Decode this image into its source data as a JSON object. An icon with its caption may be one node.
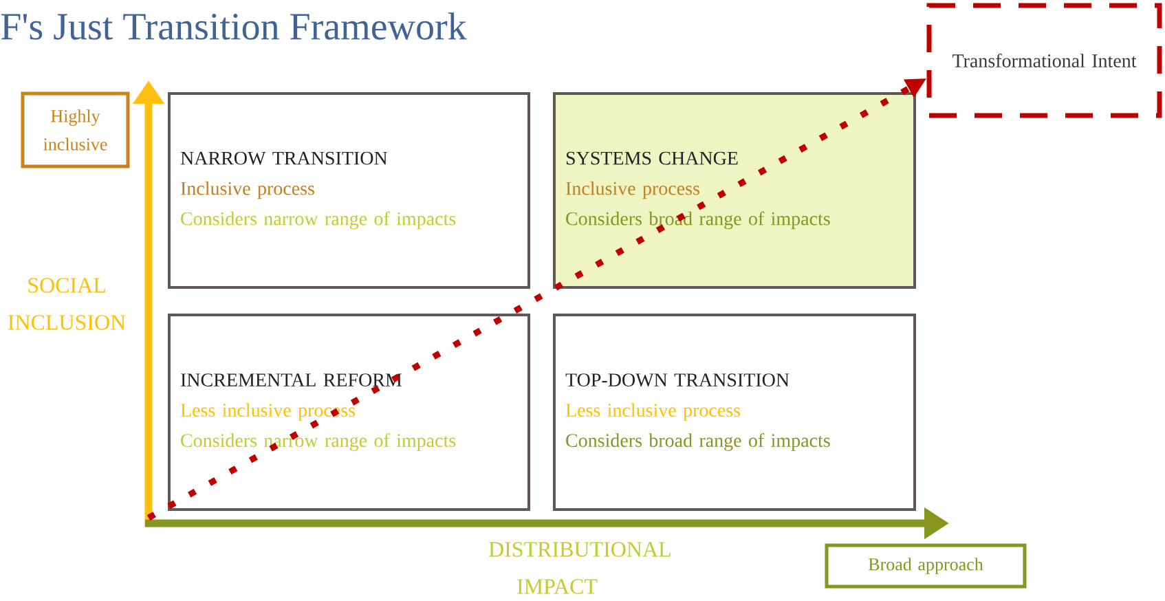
{
  "diagram": {
    "title": "F's Just Transition Framework",
    "nodes": [
      {
        "text": [
          "Highly inclusive"
        ]
      },
      {
        "text": [
          "NARROW TRANSITION",
          "Inclusive process",
          "Considers narrow range of impacts"
        ]
      },
      {
        "text": [
          "SYSTEMS CHANGE",
          "Inclusive process",
          "Considers broad range of impacts"
        ]
      },
      {
        "text": [
          "INCREMENTAL REFORM",
          "Less inclusive process",
          "Considers narrow range of impacts"
        ]
      },
      {
        "text": [
          "TOP-DOWN TRANSITION",
          "Less inclusive process",
          "Considers broad range of impacts"
        ]
      },
      {
        "text": [
          "Broad approach"
        ]
      },
      {
        "text": [
          "Transformational Intent"
        ]
      }
    ],
    "edges": [
      {
        "from": null,
        "to": 6,
        "arrow": "to",
        "style": "dashed",
        "color": "#c00000"
      }
    ],
    "labels": [
      "SOCIAL INCLUSION",
      "DISTRIBUTIONAL IMPACT"
    ]
  }
}
